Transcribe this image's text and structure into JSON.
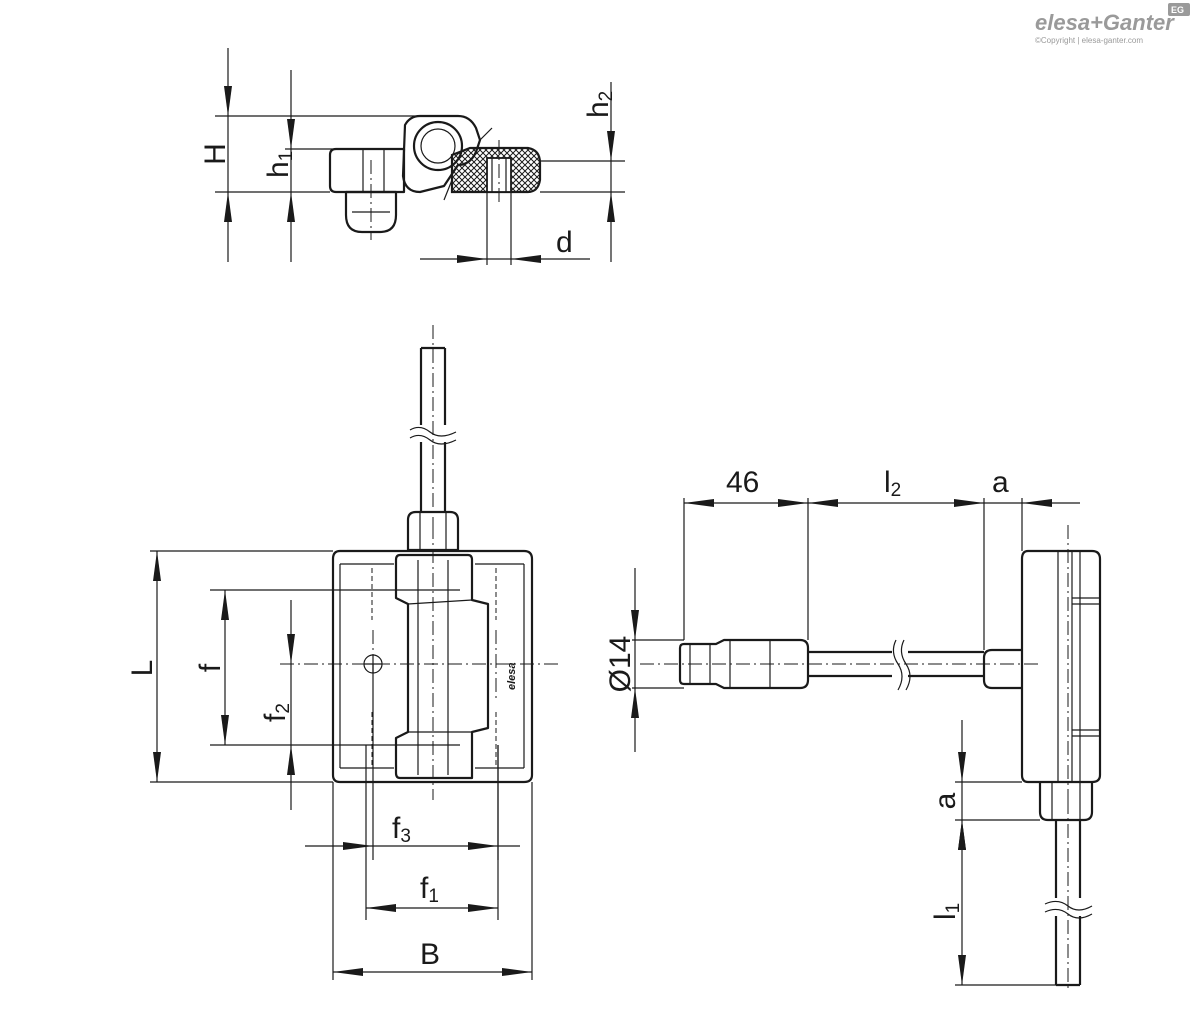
{
  "logo": {
    "brand": "elesa+Ganter",
    "copyright": "©Copyright | elesa-ganter.com",
    "badge": "EG"
  },
  "part_marking": "elesa",
  "dimensions": {
    "H": "H",
    "h1": {
      "base": "h",
      "sub": "1"
    },
    "h2": {
      "base": "h",
      "sub": "2"
    },
    "d": "d",
    "L": "L",
    "f": "f",
    "f1": {
      "base": "f",
      "sub": "1"
    },
    "f2": {
      "base": "f",
      "sub": "2"
    },
    "f3": {
      "base": "f",
      "sub": "3"
    },
    "B": "B",
    "len46": "46",
    "l1": {
      "base": "l",
      "sub": "1"
    },
    "l2": {
      "base": "l",
      "sub": "2"
    },
    "a_top": "a",
    "a_side": "a",
    "dia": "Ø14"
  },
  "colors": {
    "line": "#1a1a1a",
    "logo": "#9a9a9a",
    "background": "#ffffff"
  }
}
